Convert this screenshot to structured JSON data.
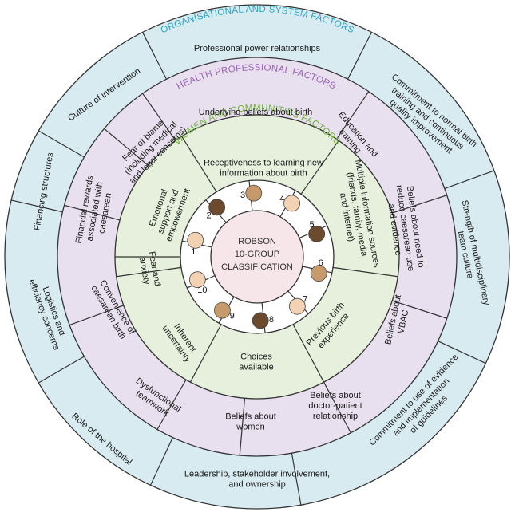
{
  "colors": {
    "outer": "#d8ebf1",
    "middle": "#e8e0ee",
    "inner": "#e6f0dc",
    "core": "#ffffff",
    "center": "#f6e6ea",
    "stroke": "#333333",
    "org_title": "#2aa4c4",
    "hp_title": "#9b63b8",
    "wc_title": "#6fb33a"
  },
  "center": {
    "line1": "ROBSON",
    "line2": "10-GROUP",
    "line3": "CLASSIFICATION"
  },
  "ring_titles": {
    "organisational": "ORGANISATIONAL AND SYSTEM FACTORS",
    "health_professional": "HEALTH PROFESSIONAL FACTORS",
    "women_communities": "WOMEN AND COMMUNITIES FACTORS"
  },
  "outer_ring": [
    {
      "lines": [
        "Professional power relationships"
      ]
    },
    {
      "lines": [
        "Commitment to normal birth",
        "training and continuous",
        "quality improvement"
      ]
    },
    {
      "lines": [
        "Strength of multidisciplinary",
        "team culture"
      ]
    },
    {
      "lines": [
        "Commitment to use of evidence",
        "and implementation",
        "of guidelines"
      ]
    },
    {
      "lines": [
        "Leadership, stakeholder involvement,",
        "and ownership"
      ]
    },
    {
      "lines": [
        "Role of the hospital"
      ]
    },
    {
      "lines": [
        "Logistics and",
        "efficiency concerns"
      ]
    },
    {
      "lines": [
        "Financing structures"
      ]
    },
    {
      "lines": [
        "Culture of intervention"
      ]
    }
  ],
  "middle_ring": [
    {
      "lines": [
        "Underlying beliefs about birth"
      ]
    },
    {
      "lines": [
        "Education and",
        "training"
      ]
    },
    {
      "lines": [
        "Beliefs about need to",
        "reduce caesarean use",
        "and evidence"
      ]
    },
    {
      "lines": [
        "Beliefs about",
        "VBAC"
      ]
    },
    {
      "lines": [
        "Beliefs about",
        "doctor-patient",
        "relationship"
      ]
    },
    {
      "lines": [
        "Beliefs about",
        "women"
      ]
    },
    {
      "lines": [
        "Dysfunctional",
        "teamwork"
      ]
    },
    {
      "lines": [
        "Convenience of",
        "caesarean birth"
      ]
    },
    {
      "lines": [
        "Financial rewards",
        "associated with",
        "caesarean"
      ]
    },
    {
      "lines": [
        "Fear of blame",
        "(including medical",
        "and legal concerns)"
      ]
    }
  ],
  "inner_ring": [
    {
      "lines": [
        "Receptiveness to learning new",
        "information about birth"
      ]
    },
    {
      "lines": [
        "Multiple information sources",
        "(friends, family, media,",
        "and internet)"
      ]
    },
    {
      "lines": [
        "Previous birth",
        "experience"
      ]
    },
    {
      "lines": [
        "Choices",
        "available"
      ]
    },
    {
      "lines": [
        "Inherent",
        "uncertainty"
      ]
    },
    {
      "lines": [
        "Fear and",
        "anxiety"
      ]
    },
    {
      "lines": [
        "Emotional",
        "support and",
        "empowerment"
      ]
    }
  ],
  "robson_groups": [
    "1",
    "2",
    "3",
    "4",
    "5",
    "6",
    "7",
    "8",
    "9",
    "10"
  ]
}
